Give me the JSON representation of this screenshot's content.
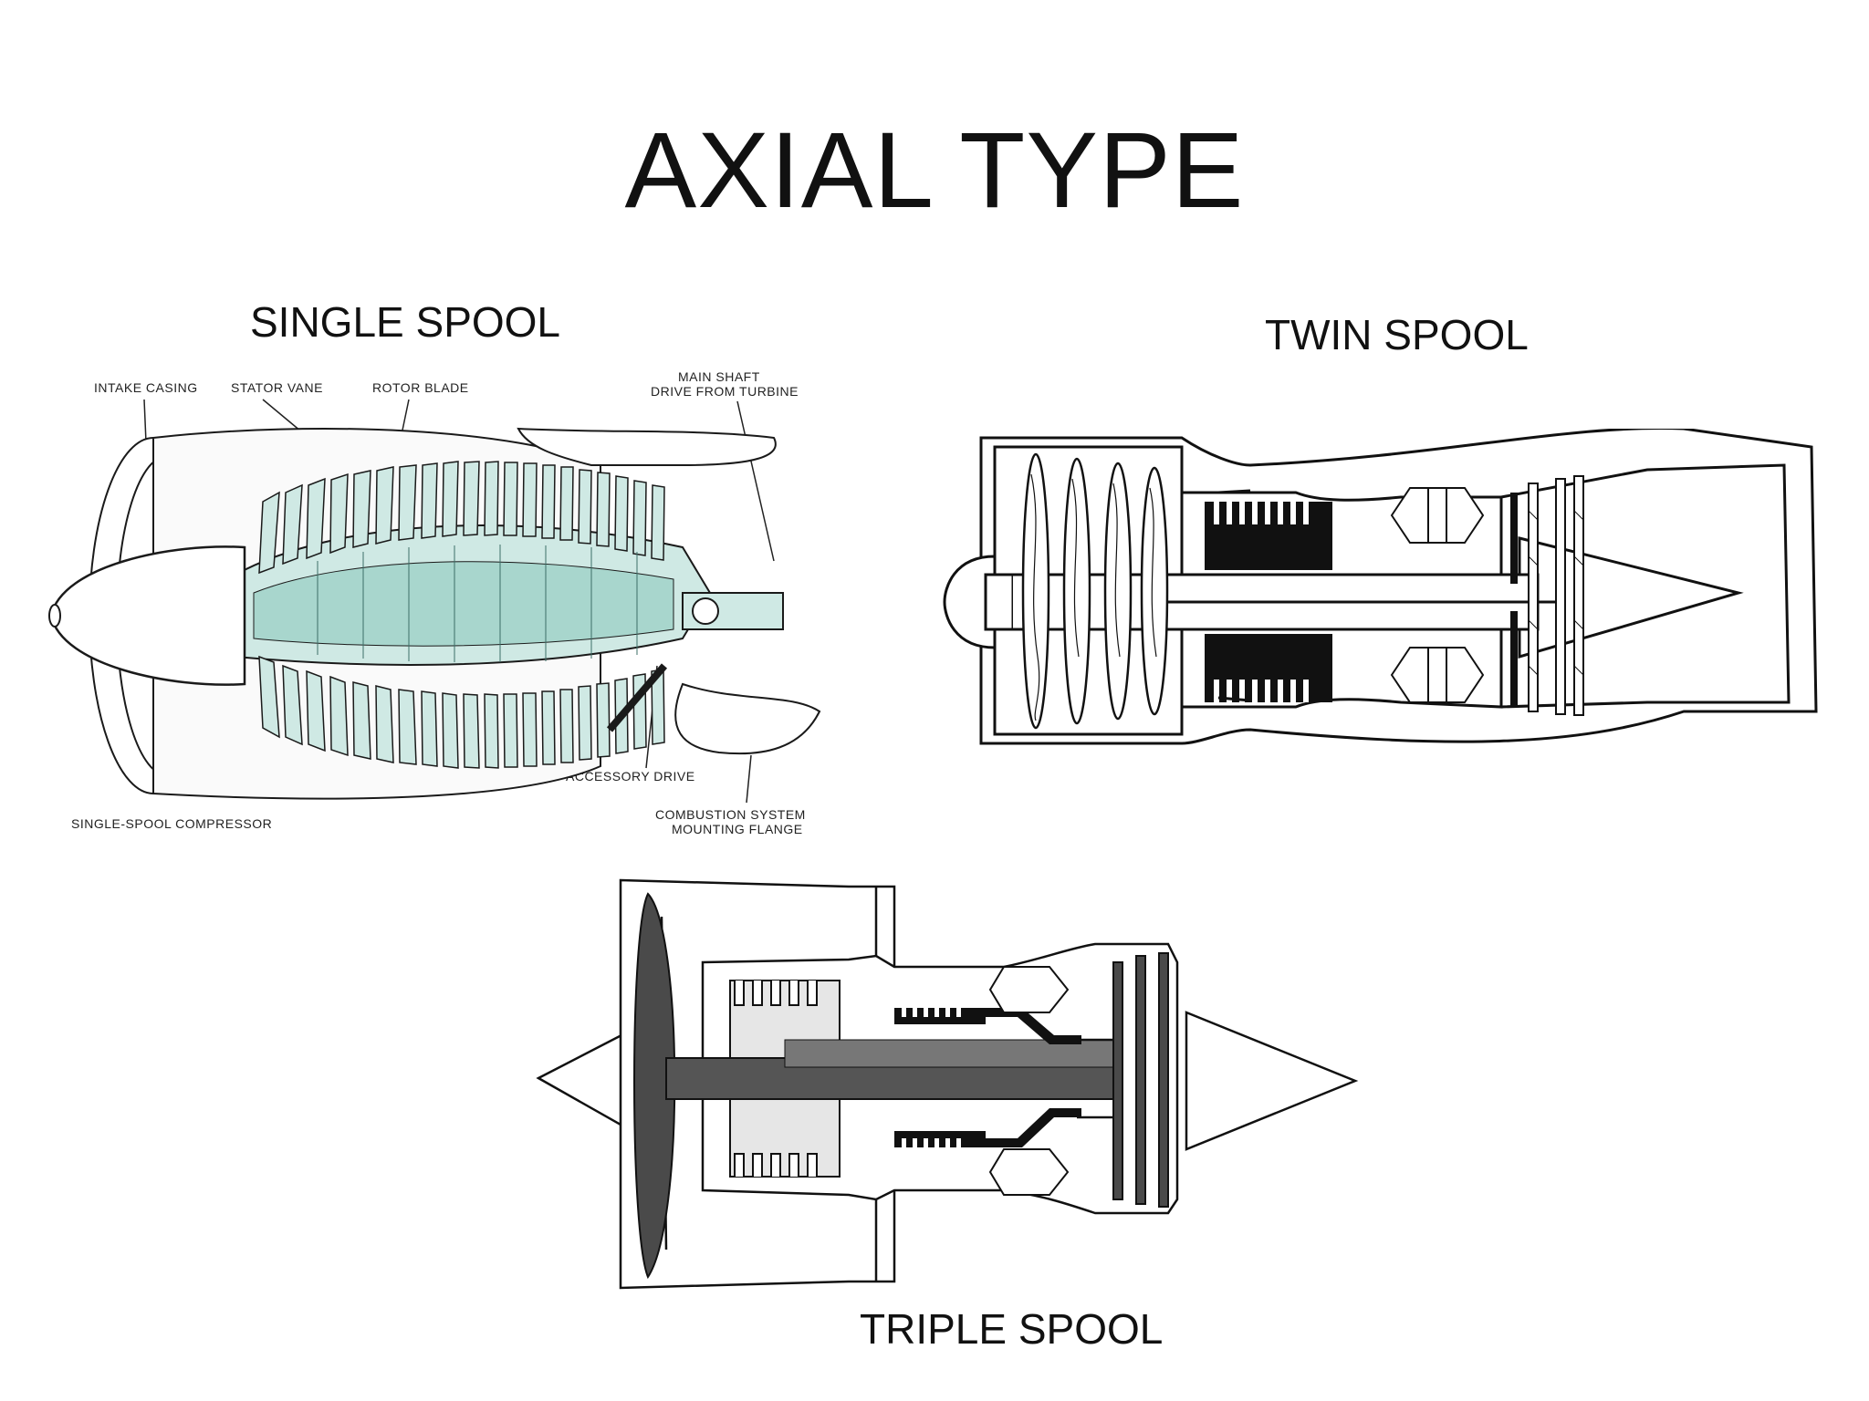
{
  "slide": {
    "title": "AXIAL TYPE"
  },
  "single_spool": {
    "caption": "SINGLE SPOOL",
    "labels": {
      "intake_casing": "INTAKE CASING",
      "stator_vane": "STATOR  VANE",
      "rotor_blade": "ROTOR BLADE",
      "main_shaft_1": "MAIN SHAFT",
      "main_shaft_2": "DRIVE FROM TURBINE",
      "accessory_drive": "ACCESSORY DRIVE",
      "combustion_1": "COMBUSTION SYSTEM",
      "combustion_2": "MOUNTING FLANGE",
      "figure_caption": "SINGLE-SPOOL COMPRESSOR"
    },
    "colors": {
      "metal": "#cfe9e4",
      "metal_dark": "#7fb8ae",
      "line": "#1a1a1a"
    }
  },
  "twin_spool": {
    "caption": "TWIN SPOOL"
  },
  "triple_spool": {
    "caption": "TRIPLE SPOOL",
    "colors": {
      "fan": "#4a4a4a",
      "shaft": "#555555",
      "pressure_block": "#e6e6e6"
    }
  }
}
